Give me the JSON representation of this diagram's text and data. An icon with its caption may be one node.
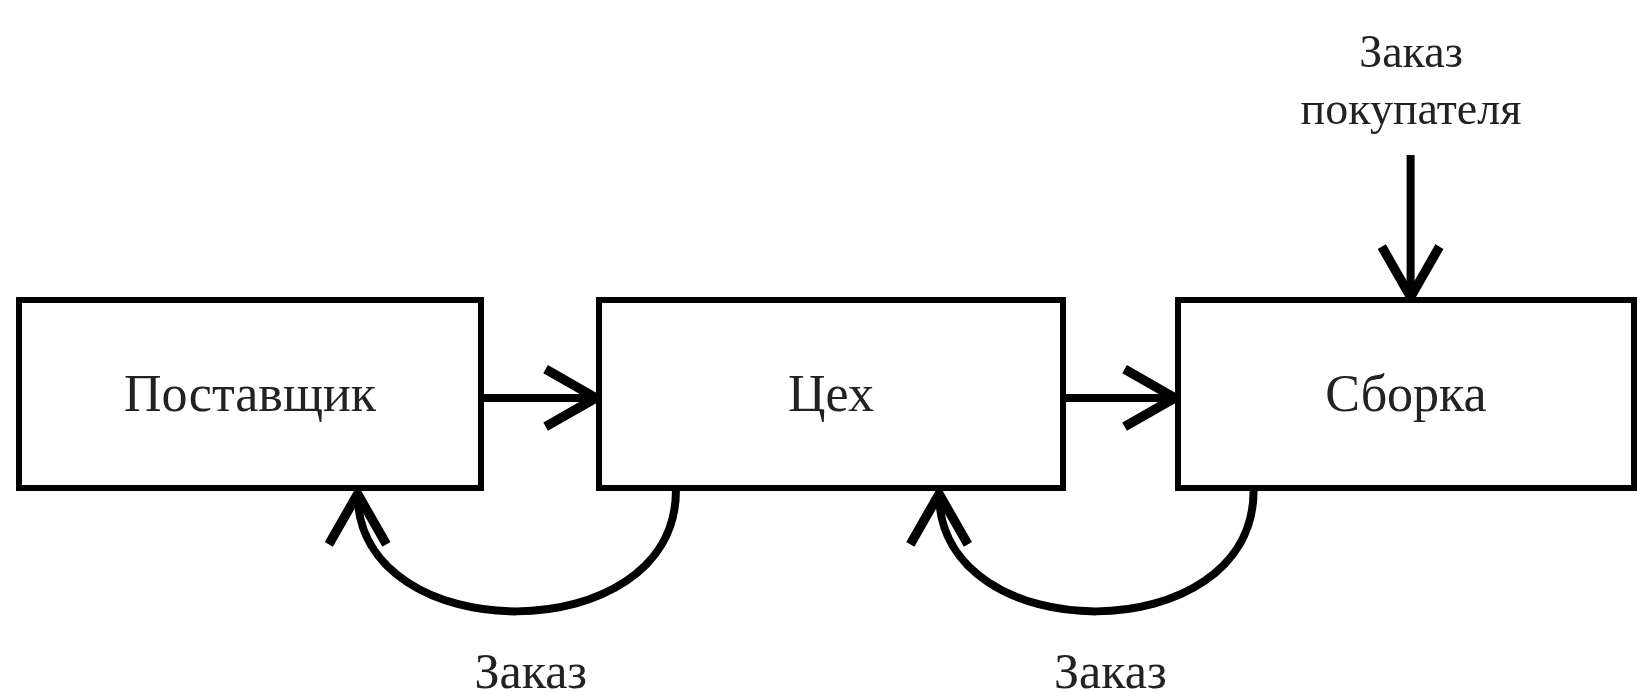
{
  "diagram": {
    "nodes": [
      {
        "text": [
          "Поставщик"
        ]
      },
      {
        "text": [
          "Цех"
        ]
      },
      {
        "text": [
          "Сборка"
        ]
      },
      {
        "text": [
          "Заказ покупателя"
        ]
      }
    ],
    "edges": [
      {
        "from": 0,
        "to": 1,
        "arrow": "to"
      },
      {
        "from": 1,
        "to": 2,
        "arrow": "to"
      },
      {
        "from": 1,
        "to": 0,
        "arrow": "to",
        "label": "Заказ"
      },
      {
        "from": 2,
        "to": 1,
        "arrow": "to",
        "label": "Заказ"
      },
      {
        "from": 3,
        "to": 2,
        "arrow": "to"
      }
    ]
  }
}
